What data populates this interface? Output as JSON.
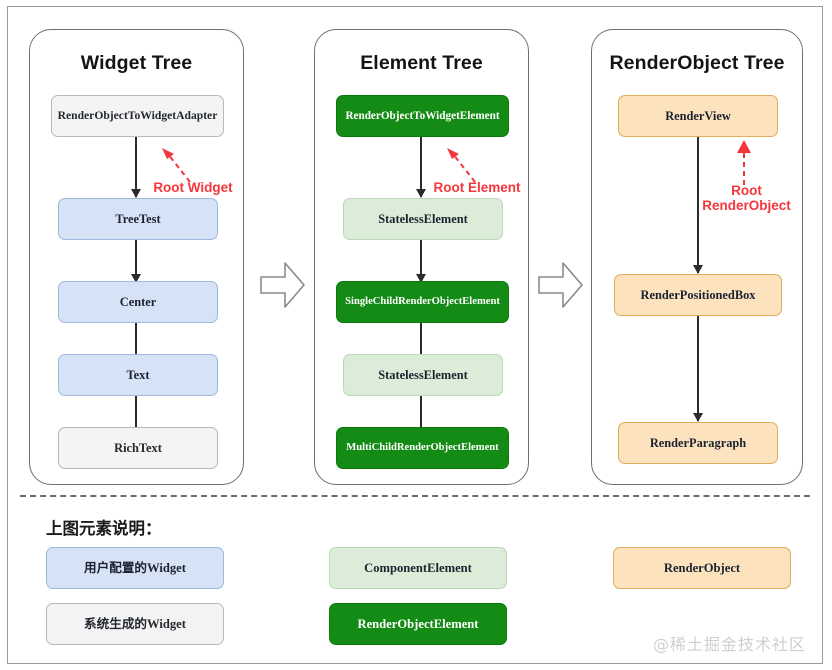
{
  "columns": [
    {
      "title": "Widget Tree",
      "nodes": [
        {
          "label": "RenderObjectToWidgetAdapter",
          "kind": "sys"
        },
        {
          "label": "TreeTest",
          "kind": "user"
        },
        {
          "label": "Center",
          "kind": "user"
        },
        {
          "label": "Text",
          "kind": "user"
        },
        {
          "label": "RichText",
          "kind": "sys"
        }
      ],
      "annotation": "Root Widget"
    },
    {
      "title": "Element Tree",
      "nodes": [
        {
          "label": "RenderObjectToWidgetElement",
          "kind": "rend"
        },
        {
          "label": "StatelessElement",
          "kind": "comp"
        },
        {
          "label": "SingleChildRenderObjectElement",
          "kind": "rend"
        },
        {
          "label": "StatelessElement",
          "kind": "comp"
        },
        {
          "label": "MultiChildRenderObjectElement",
          "kind": "rend"
        }
      ],
      "annotation": "Root Element"
    },
    {
      "title": "RenderObject Tree",
      "nodes": [
        {
          "label": "RenderView",
          "kind": "robj"
        },
        {
          "label": "RenderPositionedBox",
          "kind": "robj"
        },
        {
          "label": "RenderParagraph",
          "kind": "robj"
        }
      ],
      "annotation": "Root\nRenderObject"
    }
  ],
  "legend": {
    "title": "上图元素说明：",
    "items": [
      {
        "label": "用户配置的Widget",
        "kind": "user"
      },
      {
        "label": "系统生成的Widget",
        "kind": "sys"
      },
      {
        "label": "ComponentElement",
        "kind": "comp"
      },
      {
        "label": "RenderObjectElement",
        "kind": "rend"
      },
      {
        "label": "RenderObject",
        "kind": "robj"
      }
    ]
  },
  "watermark": "@稀土掘金技术社区",
  "colors": {
    "user_widget": "#d6e3f7",
    "system_widget": "#f4f4f4",
    "component_element": "#dbecd8",
    "render_object_element": "#148b14",
    "render_object": "#fce2bd",
    "annotation_red": "#f4373c",
    "connector": "#2b2b2b"
  }
}
